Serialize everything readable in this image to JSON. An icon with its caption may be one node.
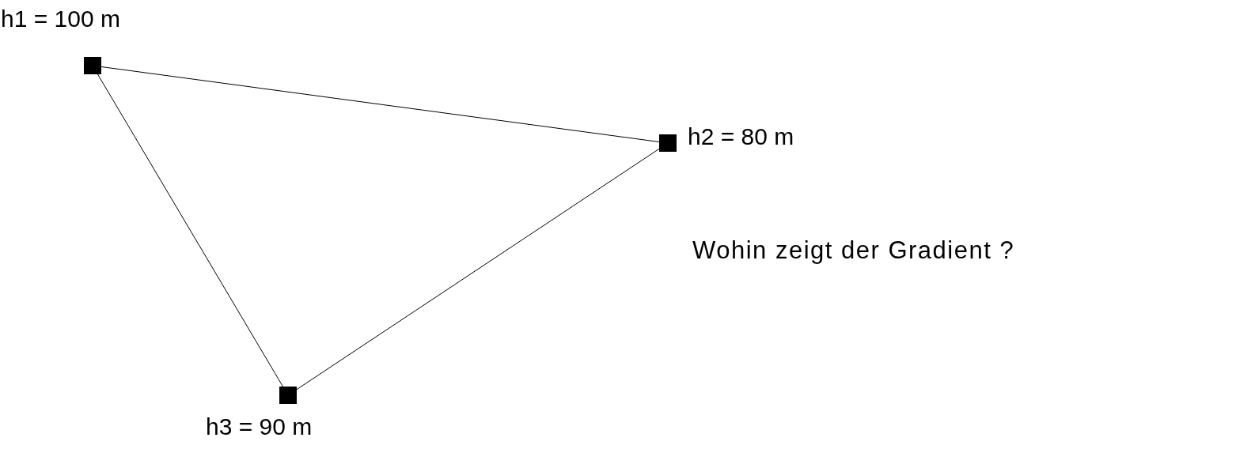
{
  "diagram": {
    "nodes": [
      {
        "text": [],
        "shape": "box",
        "beside": [
          "h1 = 100 m"
        ]
      },
      {
        "text": [],
        "shape": "box",
        "beside": [
          "h2 = 80 m"
        ]
      },
      {
        "text": [],
        "shape": "box",
        "beside": [
          "h3 = 90 m"
        ]
      }
    ],
    "edges": [
      {
        "from": 0,
        "to": 1,
        "arrow": "none"
      },
      {
        "from": 1,
        "to": 2,
        "arrow": "none"
      },
      {
        "from": 2,
        "to": 0,
        "arrow": "none"
      }
    ],
    "labels": [
      "Wohin zeigt der Gradient ?"
    ]
  }
}
